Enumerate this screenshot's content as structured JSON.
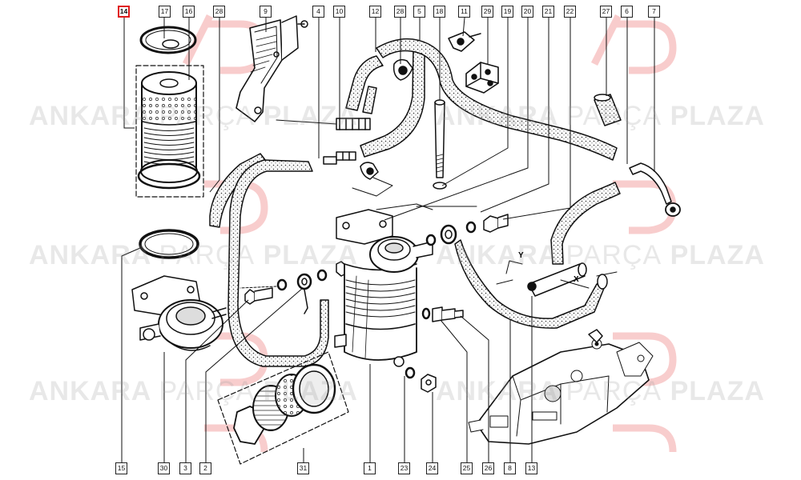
{
  "watermark": {
    "bold1": "ANKARA",
    "thin": "PARÇA",
    "bold2": "PLAZA"
  },
  "highlight_color": "#e01b1b",
  "axis_labels": {
    "y": "Y",
    "x": "X"
  },
  "callouts": {
    "top": [
      "14",
      "17",
      "16",
      "28",
      "9",
      "4",
      "10",
      "12",
      "28",
      "5",
      "18",
      "11",
      "29",
      "19",
      "20",
      "21",
      "22",
      "27",
      "6",
      "7"
    ],
    "bottom": [
      "15",
      "30",
      "3",
      "2",
      "31",
      "1",
      "23",
      "24",
      "25",
      "26",
      "8",
      "13"
    ]
  },
  "highlighted_callout": "14"
}
